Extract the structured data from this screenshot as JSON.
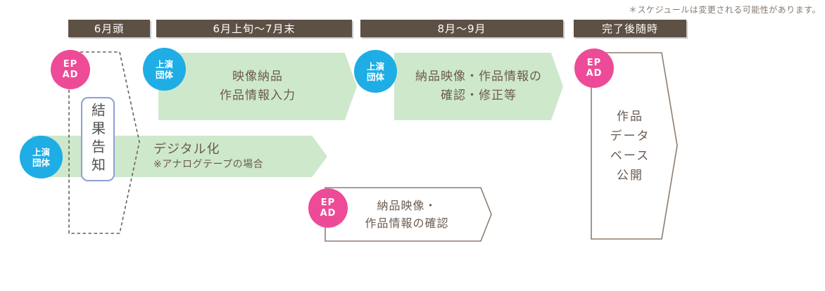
{
  "note": "＊スケジュールは変更される可能性があります。",
  "colors": {
    "bar_bg": "#5d5044",
    "green_fill": "#cee8cc",
    "pink_badge": "#ed4b97",
    "blue_badge": "#1fade5",
    "outline_brown": "#8d7d70",
    "text_brown": "#6b5b50",
    "box_border": "#8e9fd6"
  },
  "timeline_headers": [
    {
      "label": "6月頭"
    },
    {
      "label": "6月上旬～7月末"
    },
    {
      "label": "8月～9月"
    },
    {
      "label": "完了後随時"
    }
  ],
  "badges": {
    "epad": {
      "line1": "EP",
      "line2": "AD"
    },
    "group": {
      "line1": "上演",
      "line2": "団体"
    }
  },
  "steps": {
    "result_notice": "結果告知",
    "video_delivery": {
      "line1": "映像納品",
      "line2": "作品情報入力"
    },
    "check_fix": {
      "line1": "納品映像・作品情報の",
      "line2": "確認・修正等"
    },
    "digitize": {
      "line1": "デジタル化",
      "line2": "※アナログテープの場合"
    },
    "delivery_check": {
      "line1": "納品映像・",
      "line2": "作品情報の確認"
    },
    "database": {
      "lines": [
        "作品",
        "データ",
        "ベース",
        "公開"
      ]
    }
  }
}
